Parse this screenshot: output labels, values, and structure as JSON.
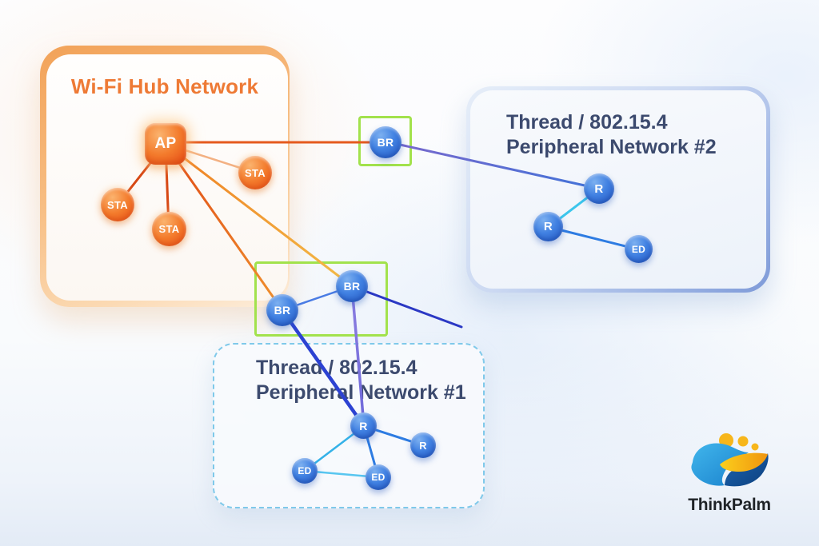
{
  "wifi_network": {
    "title": "Wi-Fi Hub Network",
    "ap": "AP",
    "stations": [
      "STA",
      "STA",
      "STA"
    ]
  },
  "border_routers": {
    "top": "BR",
    "left": "BR",
    "right": "BR"
  },
  "thread_network_2": {
    "title_line1": "Thread / 802.15.4",
    "title_line2": "Peripheral Network #2",
    "routers": [
      "R",
      "R"
    ],
    "end_devices": [
      "ED"
    ]
  },
  "thread_network_1": {
    "title_line1": "Thread / 802.15.4",
    "title_line2": "Peripheral Network #1",
    "routers": [
      "R",
      "R"
    ],
    "end_devices": [
      "ED",
      "ED"
    ]
  },
  "logo": {
    "text": "ThinkPalm"
  },
  "colors": {
    "wifi_title": "#ee7a35",
    "thread_title": "#3c4a6e",
    "orange_node": "#f07428",
    "blue_node": "#3a78dc",
    "green_frame": "#a2e24c",
    "dashed_border": "#7fc9ea",
    "wifi_link_red": "#d74814",
    "thread_link_blue": "#2e7ce2",
    "thread_link_cyan": "#3cc6ec"
  }
}
